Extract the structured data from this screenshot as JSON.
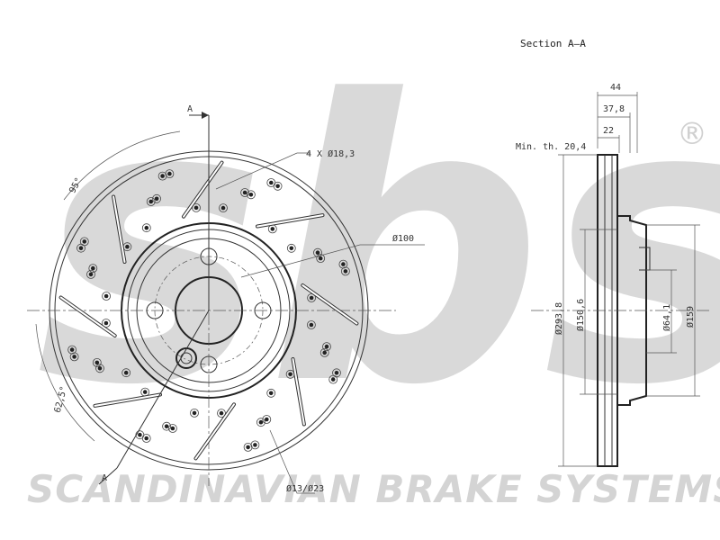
{
  "watermark": {
    "logo_text": "sbs",
    "registered_mark": "®",
    "company_name": "SCANDINAVIAN BRAKE SYSTEMS"
  },
  "front_view": {
    "section_marker_top": "A",
    "section_marker_bottom": "A",
    "hole_callout": "4 X Ø18,3",
    "pcd_label": "Ø100",
    "drill_label": "Ø13/Ø23",
    "angle_label_top": "95°",
    "angle_label_bottom": "62,5°"
  },
  "section_view": {
    "title": "Section A–A",
    "width_total": "44",
    "width_hub": "37,8",
    "width_inner": "22",
    "min_thickness": "Min. th. 20,4",
    "diameter_outer": "Ø293,8",
    "diameter_hat": "Ø150,6",
    "diameter_bore": "Ø64,1",
    "diameter_center": "Ø159"
  },
  "colors": {
    "line": "#333333",
    "watermark": "#d9d9d9"
  }
}
